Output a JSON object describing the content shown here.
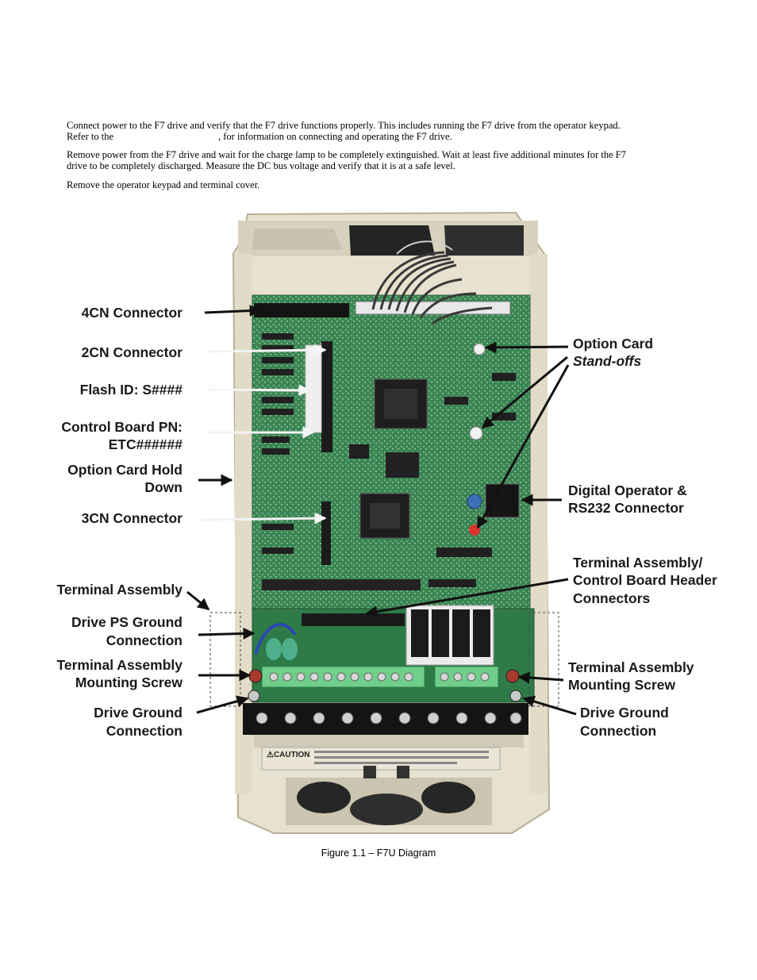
{
  "paragraphs": {
    "p1_line1": "Connect power to the F7 drive and verify that the F7 drive functions properly.  This includes running the F7 drive from the operator keypad.",
    "p1_line2a": "Refer to the",
    "p1_line2b": ", for information on connecting and operating the F7 drive.",
    "p2_line1": "Remove power from the F7 drive and wait for the charge lamp to be completely extinguished. Wait at least five additional minutes for the F7",
    "p2_line2": "drive to be completely discharged. Measure the DC bus voltage and verify that it is at a safe level.",
    "p3": "Remove the operator keypad and terminal cover."
  },
  "labels": {
    "cn4": "4CN  Connector",
    "cn2": "2CN  Connector",
    "flash": "Flash ID: S####",
    "cbpn_1": "Control Board PN:",
    "cbpn_2": "ETC######",
    "hold_1": "Option Card Hold",
    "hold_2": "Down",
    "cn3": "3CN  Connector",
    "term_asm": "Terminal Assembly",
    "ps_gnd_1": "Drive PS Ground",
    "ps_gnd_2": "Connection",
    "mount_l_1": "Terminal Assembly",
    "mount_l_2": "Mounting Screw",
    "gnd_l_1": "Drive Ground",
    "gnd_l_2": "Connection",
    "standoff_1": "Option Card",
    "standoff_2": "Stand-offs",
    "digop_1": "Digital Operator &",
    "digop_2": "RS232 Connector",
    "header_1": "Terminal Assembly/",
    "header_2": "Control Board Header",
    "header_3": "Connectors",
    "mount_r_1": "Terminal Assembly",
    "mount_r_2": "Mounting Screw",
    "gnd_r_1": "Drive Ground",
    "gnd_r_2": "Connection"
  },
  "device_text": {
    "caution": "⚠CAUTION"
  },
  "caption": "Figure 1.1 – F7U Diagram"
}
